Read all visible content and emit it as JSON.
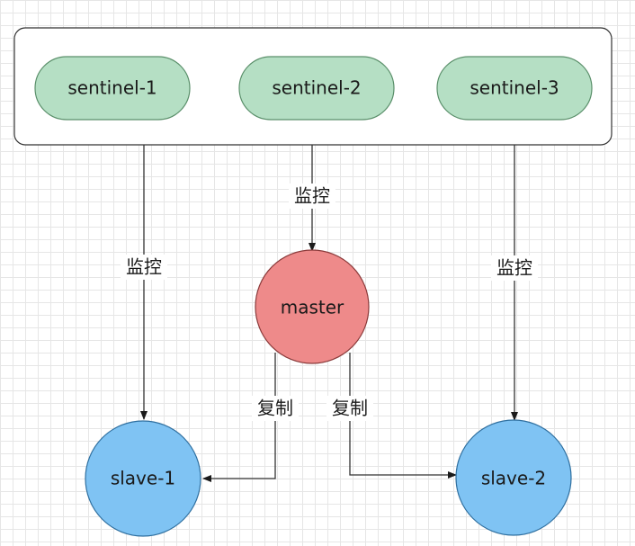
{
  "nodes": {
    "sentinel_1": {
      "label": "sentinel-1"
    },
    "sentinel_2": {
      "label": "sentinel-2"
    },
    "sentinel_3": {
      "label": "sentinel-3"
    },
    "master": {
      "label": "master"
    },
    "slave_1": {
      "label": "slave-1"
    },
    "slave_2": {
      "label": "slave-2"
    }
  },
  "edges": {
    "sentinel1_to_slave1": {
      "label": "监控"
    },
    "sentinel2_to_master": {
      "label": "监控"
    },
    "sentinel3_to_slave2": {
      "label": "监控"
    },
    "master_to_slave1": {
      "label": "复制"
    },
    "master_to_slave2": {
      "label": "复制"
    }
  },
  "colors": {
    "sentinel_fill": "#b5dfc4",
    "sentinel_stroke": "#5a8f6a",
    "master_fill": "#ee8a8a",
    "master_stroke": "#8a3a3a",
    "slave_fill": "#7fc3f3",
    "slave_stroke": "#2f6f9f",
    "container_fill": "#ffffff",
    "container_stroke": "#333333"
  }
}
